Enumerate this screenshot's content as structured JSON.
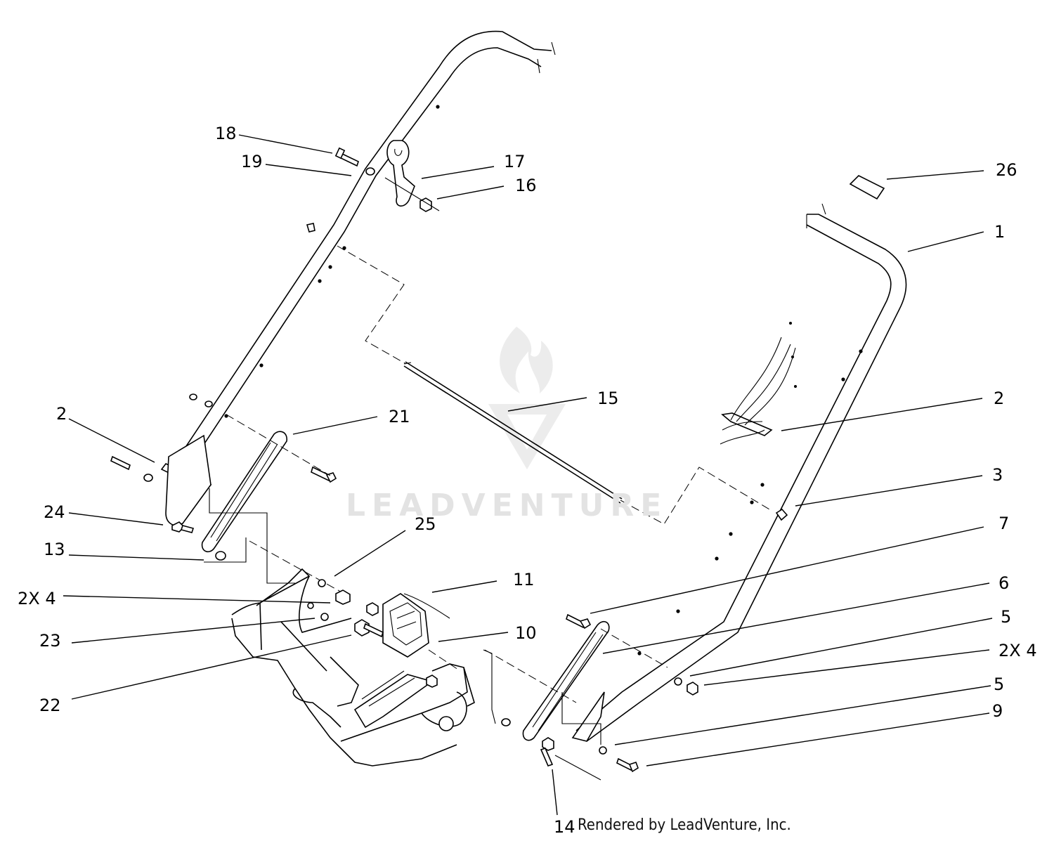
{
  "labels": {
    "p1": "1",
    "p2_left": "2",
    "p2_right": "2",
    "p3": "3",
    "p5_top": "5",
    "p5_bottom": "5",
    "p6": "6",
    "p7": "7",
    "p9": "9",
    "p10": "10",
    "p11": "11",
    "p13": "13",
    "p14": "14",
    "p15": "15",
    "p16": "16",
    "p17": "17",
    "p18": "18",
    "p19": "19",
    "p21": "21",
    "p22": "22",
    "p23": "23",
    "p24": "24",
    "p25": "25",
    "p26": "26",
    "qty_left": "2X 4",
    "qty_right": "2X 4"
  },
  "credit": "Rendered by LeadVenture, Inc.",
  "watermark": "LEADVENTURE",
  "colors": {
    "line": "#000000",
    "background": "#ffffff",
    "watermark": "#e3e3e3"
  }
}
